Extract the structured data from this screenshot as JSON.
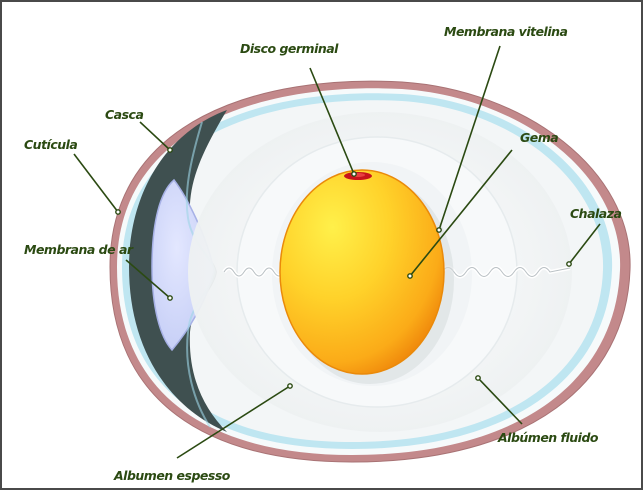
{
  "labels": {
    "disco_germinal": "Disco germinal",
    "membrana_vitelina": "Membrana vitelina",
    "casca": "Casca",
    "cuticula": "Cutícula",
    "gema": "Gema",
    "chalaza": "Chalaza",
    "membrana_de_ar": "Membrana de ar",
    "albumen_espesso": "Albumen espesso",
    "albumen_fluido": "Albúmen fluido"
  },
  "colors": {
    "label_text": "#2b4a12",
    "shell": "#c08a8a",
    "membrane": "#bfe7f1",
    "air_cell": "#d2d8fa",
    "dark_band": "#3c4e4e",
    "yolk_center": "#ffe23a",
    "yolk_edge": "#f79a10",
    "germinal_disc": "#c8141c"
  }
}
